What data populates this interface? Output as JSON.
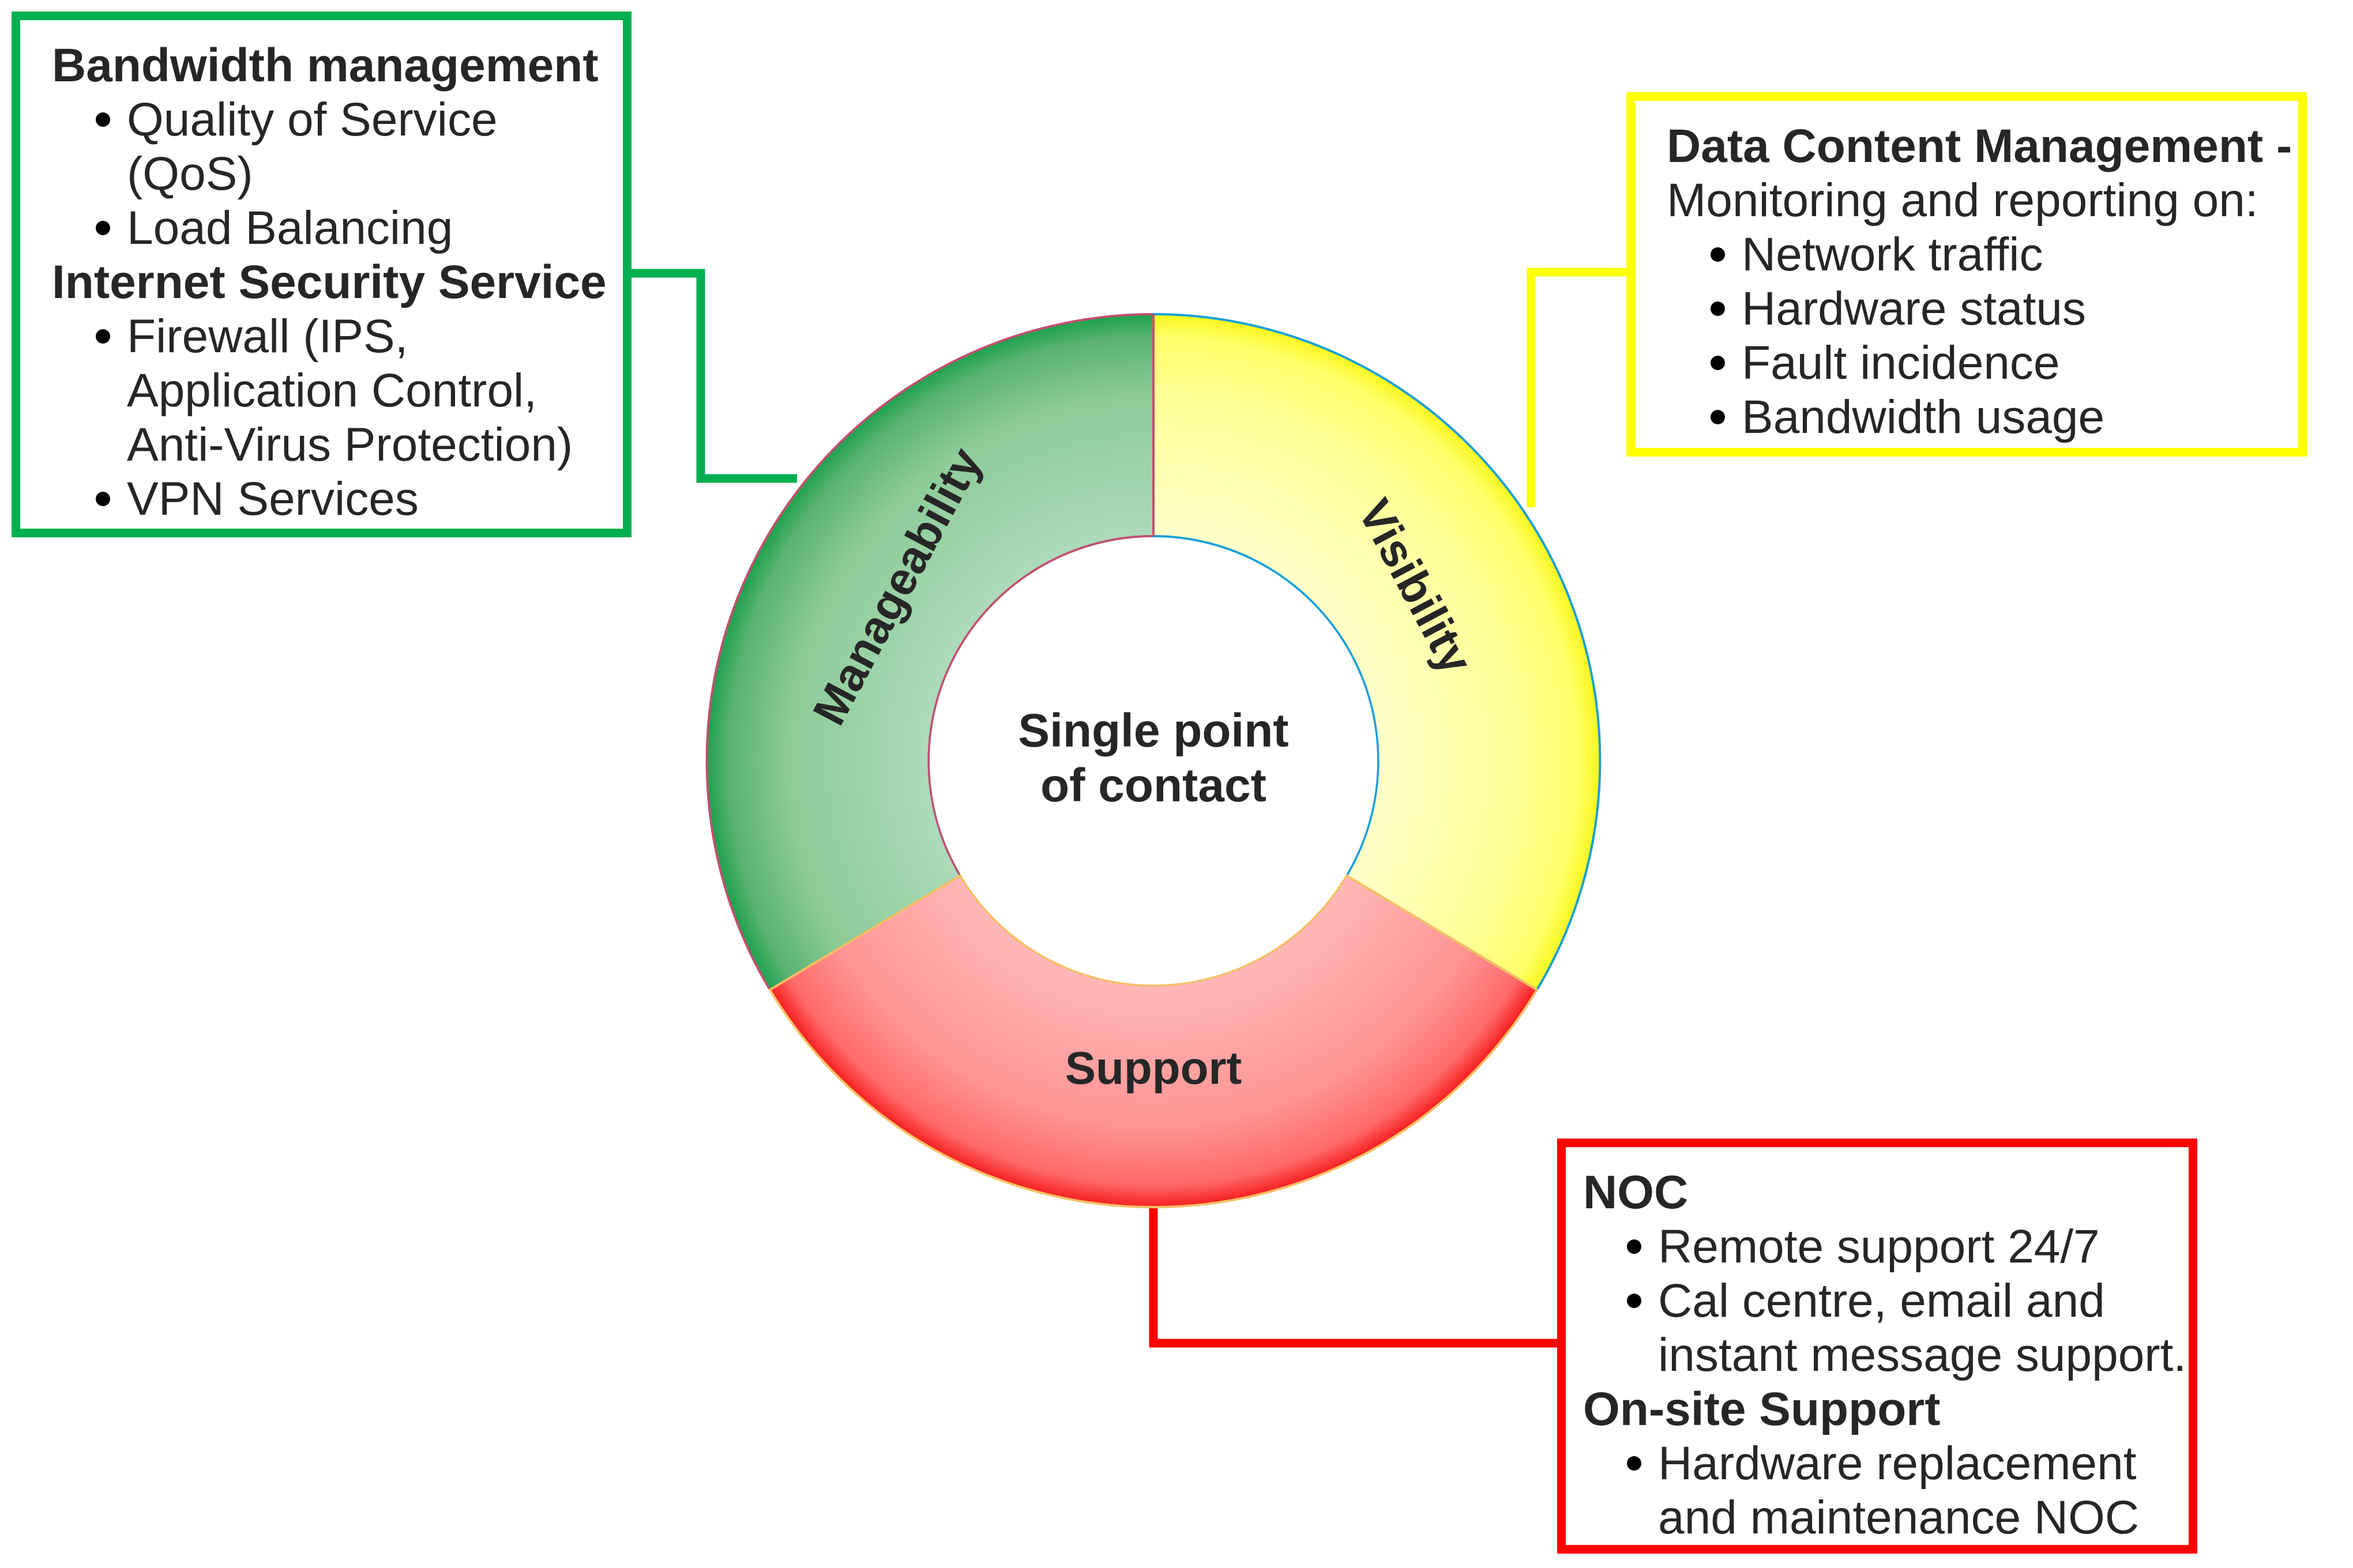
{
  "center": {
    "line1": "Single point",
    "line2": "of contact"
  },
  "segments": {
    "manageability": "Manageability",
    "visibility": "Visibility",
    "support": "Support"
  },
  "colors": {
    "green": "#00b050",
    "yellow": "#ffff00",
    "red": "#ff0000"
  },
  "manageability_box": {
    "heading1": "Bandwidth management",
    "items1": [
      "Quality of Service (QoS)",
      "Load Balancing"
    ],
    "heading2": "Internet Security Service",
    "items2": [
      "Firewall (IPS, Application Control, Anti-Virus Protection)",
      "VPN Services"
    ]
  },
  "visibility_box": {
    "heading": "Data Content Management -",
    "subheading": "Monitoring and reporting on:",
    "items": [
      "Network traffic",
      "Hardware status",
      "Fault incidence",
      "Bandwidth usage"
    ]
  },
  "support_box": {
    "heading1": "NOC",
    "items1": [
      "Remote support 24/7",
      "Cal centre, email and instant message support."
    ],
    "heading2": "On-site Support",
    "items2": [
      "Hardware replacement and maintenance NOC"
    ]
  }
}
